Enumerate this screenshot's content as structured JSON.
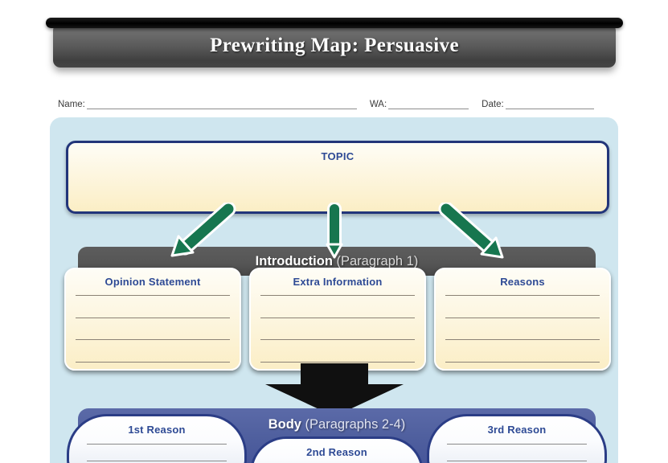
{
  "header": {
    "title": "Prewriting Map: Persuasive"
  },
  "nameline": {
    "name_label": "Name:",
    "wa_label": "WA:",
    "date_label": "Date:"
  },
  "topic": {
    "label": "TOPIC"
  },
  "introduction": {
    "bar_strong": "Introduction",
    "bar_light": "(Paragraph 1)",
    "boxes": [
      {
        "title": "Opinion Statement",
        "lines": 4
      },
      {
        "title": "Extra Information",
        "lines": 4
      },
      {
        "title": "Reasons",
        "lines": 4
      }
    ]
  },
  "body": {
    "bar_strong": "Body",
    "bar_light": "(Paragraphs 2-4)",
    "boxes": [
      {
        "title": "1st Reason"
      },
      {
        "title": "2nd Reason"
      },
      {
        "title": "3rd Reason"
      }
    ]
  },
  "arrows": {
    "left_green": "arrow-down-left-icon",
    "center_green": "arrow-down-icon",
    "right_green": "arrow-down-right-icon",
    "black_big": "arrow-down-large-icon"
  },
  "colors": {
    "panel_background": "#cfe6ef",
    "topic_border": "#22357a",
    "topic_fill": "#fbeec5",
    "heading_text": "#2e4a95",
    "intro_bar": "#565656",
    "body_bar": "#4f5f9e",
    "green_arrow": "#17764f",
    "black_arrow": "#101010",
    "header_banner": "#5a5a5a"
  }
}
